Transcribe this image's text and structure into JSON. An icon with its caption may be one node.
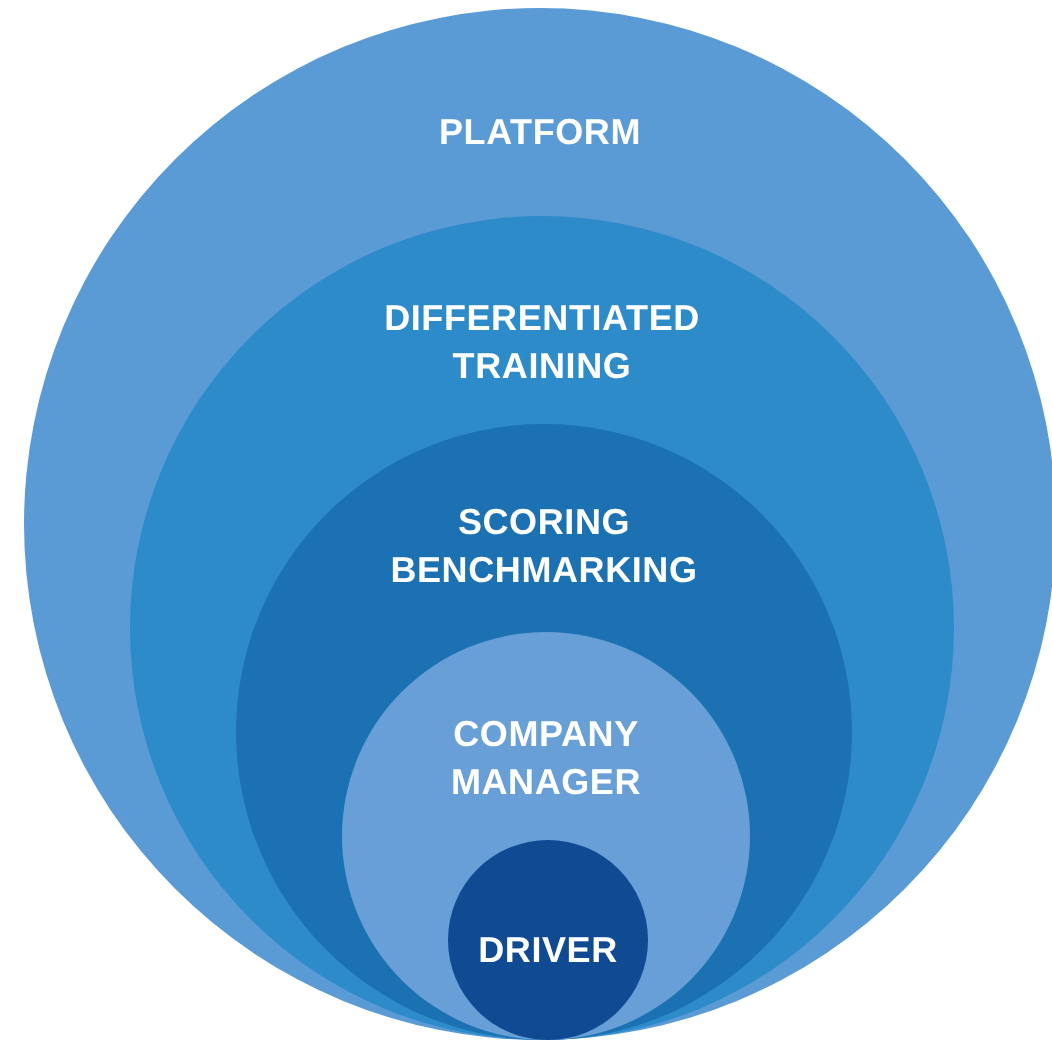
{
  "diagram": {
    "nodes": [
      {
        "text": [
          "PLATFORM"
        ]
      },
      {
        "text": [
          "DIFFERENTIATED TRAINING"
        ],
        "in": 0
      },
      {
        "text": [
          "SCORING BENCHMARKING"
        ],
        "in": 1
      },
      {
        "text": [
          "COMPANY MANAGER"
        ],
        "in": 2
      },
      {
        "text": [
          "DRIVER"
        ],
        "in": 3
      }
    ]
  }
}
